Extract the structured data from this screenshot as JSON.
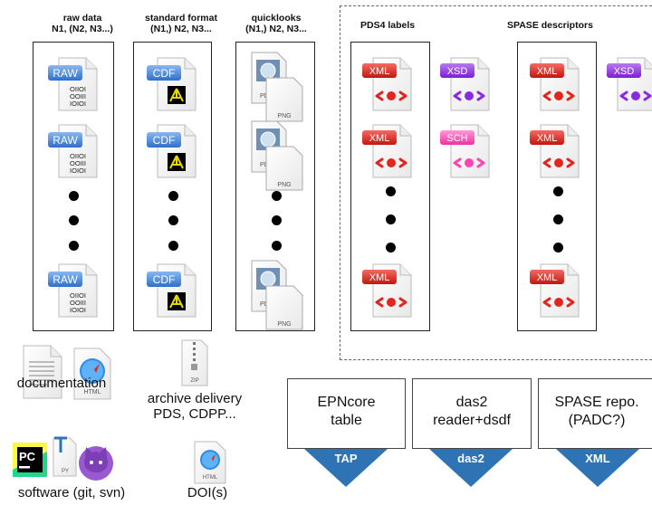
{
  "columns": {
    "raw": {
      "line1": "raw data",
      "line2": "N1, (N2, N3...)"
    },
    "standard": {
      "line1": "standard format",
      "line2": "(N1,) N2, N3..."
    },
    "quicklooks": {
      "line1": "quicklooks",
      "line2": "(N1,) N2, N3..."
    },
    "pds4": {
      "line1": "PDS4 labels"
    },
    "spase": {
      "line1": "SPASE descriptors"
    }
  },
  "icons": {
    "raw_tag": "RAW",
    "raw_body": [
      "OIIOI",
      "OOIII",
      "IOIOI"
    ],
    "cdf_tag": "CDF",
    "pdf_tag": "PDF",
    "png_tag": "PNG",
    "xml_tag": "XML",
    "xsd_tag": "XSD",
    "sch_tag": "SCH",
    "html_tag": "HTML",
    "zip_tag": "ZIP",
    "py_tag": "PY",
    "pc_logo": "PC"
  },
  "bottom_labels": {
    "documentation": "documentation",
    "archive_line1": "archive delivery",
    "archive_line2": "PDS, CDPP...",
    "software": "software (git, svn)",
    "doi": "DOI(s)"
  },
  "services": [
    {
      "line1": "EPNcore",
      "line2": "table",
      "protocol": "TAP"
    },
    {
      "line1": "das2",
      "line2": "reader+dsdf",
      "protocol": "das2"
    },
    {
      "line1": "SPASE repo.",
      "line2": "(PADC?)",
      "protocol": "XML"
    }
  ],
  "colors": {
    "raw_blue": "#3d7fd6",
    "xml_red": "#e0261f",
    "xsd_purple": "#8a2be2",
    "sch_pink": "#ff44b0",
    "arrow_blue": "#2e74b5"
  }
}
